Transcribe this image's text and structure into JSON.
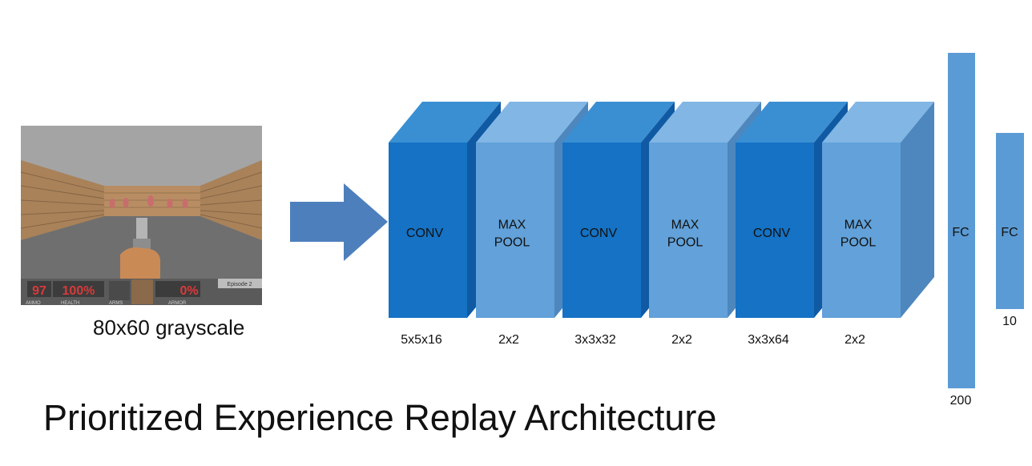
{
  "input": {
    "caption": "80x60 grayscale",
    "screenshot": {
      "ammo": "97",
      "health": "100%",
      "armor": "0%",
      "episode": "Episode 2",
      "hud_labels": [
        "AMMO",
        "HEALTH",
        "ARMS",
        "ARMOR"
      ]
    }
  },
  "layers": [
    {
      "label": "CONV",
      "dims": "5x5x16",
      "kind": "conv"
    },
    {
      "label": "MAX POOL",
      "dims": "2x2",
      "kind": "pool"
    },
    {
      "label": "CONV",
      "dims": "3x3x32",
      "kind": "conv"
    },
    {
      "label": "MAX POOL",
      "dims": "2x2",
      "kind": "pool"
    },
    {
      "label": "CONV",
      "dims": "3x3x64",
      "kind": "conv"
    },
    {
      "label": "MAX POOL",
      "dims": "2x2",
      "kind": "pool"
    }
  ],
  "fc_layers": [
    {
      "label": "FC",
      "size": "200"
    },
    {
      "label": "FC",
      "size": "10"
    }
  ],
  "title": "Prioritized Experience Replay Architecture",
  "colors": {
    "conv_front": "#1572c4",
    "conv_top": "#3a8fd3",
    "conv_side": "#0f5aa3",
    "pool_front": "#62a1d9",
    "pool_top": "#82b6e5",
    "pool_side": "#4d87bd",
    "fc": "#5b9bd5",
    "arrow": "#4e7fbd"
  }
}
